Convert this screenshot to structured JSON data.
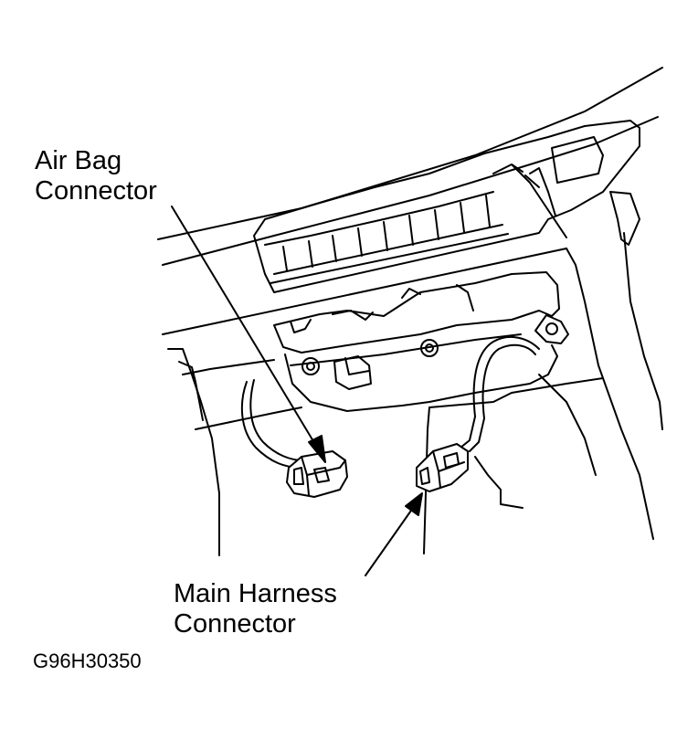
{
  "labels": {
    "airbag_line1": "Air Bag",
    "airbag_line2": "Connector",
    "main_line1": "Main Harness",
    "main_line2": "Connector"
  },
  "figure_code": "G96H30350"
}
